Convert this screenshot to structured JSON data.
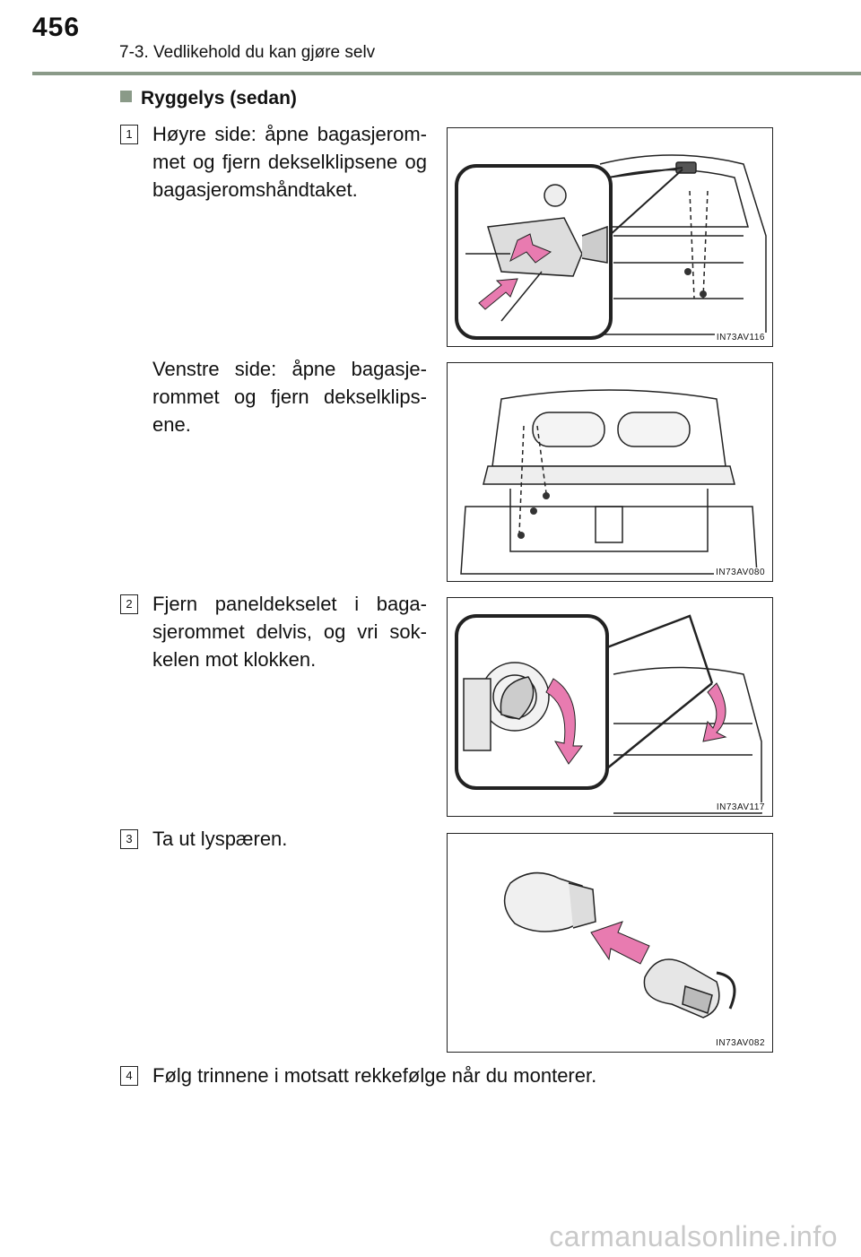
{
  "header": {
    "page_number": "456",
    "chapter_title": "7-3. Vedlikehold du kan gjøre selv"
  },
  "section": {
    "heading": "Ryggelys (sedan)"
  },
  "steps": [
    {
      "number": "1",
      "text": "Høyre side: åpne bagasjerom- met og fjern dekselklipsene og bagasjeromshåndtaket."
    },
    {
      "text": "Venstre side: åpne bagasje- rommet og fjern dekselklips- ene."
    },
    {
      "number": "2",
      "text": "Fjern paneldekselet i baga- sjerommet delvis, og vri sok- kelen mot klokken."
    },
    {
      "number": "3",
      "text": "Ta ut lyspæren."
    },
    {
      "number": "4",
      "text": "Følg trinnene i motsatt rekkefølge når du monterer."
    }
  ],
  "figures": [
    {
      "code": "IN73AV116",
      "icons": [
        "trunk-lid-icon",
        "handle-icon",
        "clip-icon",
        "arrow-icon"
      ]
    },
    {
      "code": "IN73AV080",
      "icons": [
        "trunk-lid-icon",
        "clip-icon"
      ]
    },
    {
      "code": "IN73AV117",
      "icons": [
        "lamp-socket-icon",
        "rotate-arrow-icon"
      ]
    },
    {
      "code": "IN73AV082",
      "icons": [
        "bulb-icon",
        "socket-icon",
        "arrow-icon"
      ]
    }
  ],
  "colors": {
    "accent_rule": "#8a9a88",
    "arrow_pink": "#e87bb0"
  },
  "watermark": "carmanualsonline.info"
}
